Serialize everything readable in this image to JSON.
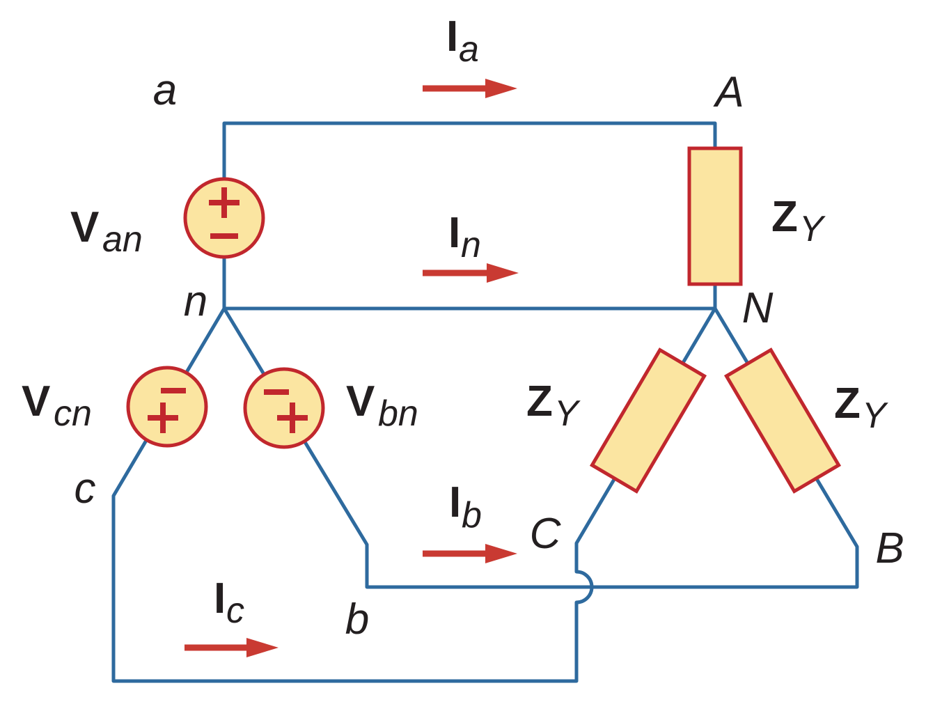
{
  "diagram": {
    "description": "Balanced three-phase four-wire Y-Y circuit: wye-connected sources Van, Vbn, Vcn feeding a wye-connected load of three impedances ZY through lines a-A, b-B, c-C and neutral n-N",
    "colors": {
      "wire": "#2E6A9E",
      "component_outline": "#C1272D",
      "component_fill": "#FBE5A1",
      "arrow": "#C93A32",
      "text": "#231F20",
      "background": "#FFFFFF"
    },
    "nodes": {
      "a": "a",
      "A": "A",
      "n": "n",
      "N": "N",
      "c": "c",
      "b": "b",
      "C": "C",
      "B": "B"
    },
    "sources": {
      "van": {
        "symbol": "V",
        "sub": "an",
        "polarity_top": "+",
        "polarity_bottom": "−"
      },
      "vcn": {
        "symbol": "V",
        "sub": "cn",
        "polarity_top": "−",
        "polarity_bottom": "+"
      },
      "vbn": {
        "symbol": "V",
        "sub": "bn",
        "polarity_top": "−",
        "polarity_bottom": "+"
      }
    },
    "impedances": {
      "za": {
        "symbol": "Z",
        "sub": "Y"
      },
      "zc": {
        "symbol": "Z",
        "sub": "Y"
      },
      "zb": {
        "symbol": "Z",
        "sub": "Y"
      }
    },
    "currents": {
      "ia": {
        "symbol": "I",
        "sub": "a",
        "direction": "right"
      },
      "in": {
        "symbol": "I",
        "sub": "n",
        "direction": "right"
      },
      "ib": {
        "symbol": "I",
        "sub": "b",
        "direction": "right"
      },
      "ic": {
        "symbol": "I",
        "sub": "c",
        "direction": "right"
      }
    }
  }
}
